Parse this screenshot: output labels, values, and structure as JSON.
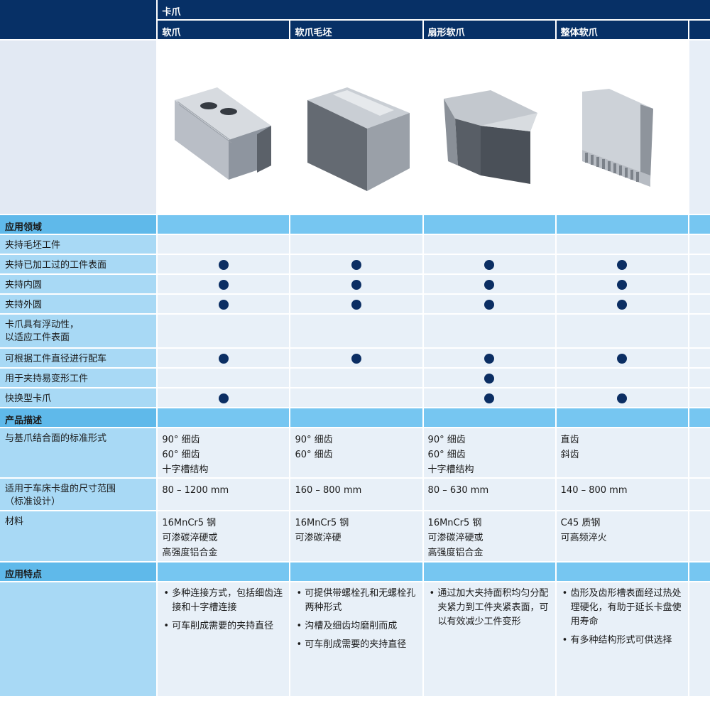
{
  "header": {
    "group_label": "卡爪",
    "columns": [
      "软爪",
      "软爪毛坯",
      "扇形软爪",
      "整体软爪"
    ]
  },
  "images": [
    "soft-jaw-image",
    "soft-jaw-blank-image",
    "sector-soft-jaw-image",
    "solid-soft-jaw-image"
  ],
  "sections": {
    "application": "应用领域",
    "product": "产品描述",
    "features": "应用特点"
  },
  "application_rows": [
    {
      "label": "夹持毛坯工件",
      "marks": [
        false,
        false,
        false,
        false
      ]
    },
    {
      "label": "夹持已加工过的工件表面",
      "marks": [
        true,
        true,
        true,
        true
      ]
    },
    {
      "label": "夹持内圆",
      "marks": [
        true,
        true,
        true,
        true
      ]
    },
    {
      "label": "夹持外圆",
      "marks": [
        true,
        true,
        true,
        true
      ]
    },
    {
      "label": "卡爪具有浮动性，\n以适应工件表面",
      "marks": [
        false,
        false,
        false,
        false
      ]
    },
    {
      "label": "可根据工件直径进行配车",
      "marks": [
        true,
        true,
        true,
        true
      ]
    },
    {
      "label": "用于夹持易变形工件",
      "marks": [
        false,
        false,
        true,
        false
      ]
    },
    {
      "label": "快换型卡爪",
      "marks": [
        true,
        false,
        true,
        true
      ]
    }
  ],
  "product_rows": [
    {
      "label": "与基爪结合面的标准形式",
      "cells": [
        "90°  细齿\n60°  细齿\n十字槽结构",
        "90°  细齿\n60°  细齿",
        "90°  细齿\n60°  细齿\n十字槽结构",
        "直齿\n斜齿"
      ]
    },
    {
      "label": "适用于车床卡盘的尺寸范围\n（标准设计）",
      "cells": [
        "80 – 1200 mm",
        "160 – 800 mm",
        "80 – 630 mm",
        "140 – 800 mm"
      ]
    },
    {
      "label": "材料",
      "cells": [
        "16MnCr5 钢\n可渗碳淬硬或\n高强度铝合金",
        "16MnCr5 钢\n可渗碳淬硬",
        "16MnCr5 钢\n可渗碳淬硬或\n高强度铝合金",
        "C45 质钢\n可高频淬火"
      ]
    }
  ],
  "feature_cells": [
    [
      "• 多种连接方式，包括细齿连接和十字槽连接",
      "• 可车削成需要的夹持直径"
    ],
    [
      "• 可提供带螺栓孔和无螺栓孔两种形式",
      "• 沟槽及细齿均磨削而成",
      "• 可车削成需要的夹持直径"
    ],
    [
      "• 通过加大夹持面积均匀分配夹紧力到工件夹紧表面，可以有效减少工件变形"
    ],
    [
      "• 齿形及齿形槽表面经过热处理硬化，有助于延长卡盘使用寿命",
      "• 有多种结构形式可供选择"
    ]
  ],
  "colors": {
    "header": "#073066",
    "section": "#76c6f1",
    "row_label": "#a8d9f5",
    "cell": "#e8f0f8",
    "dot": "#0b2e63"
  }
}
